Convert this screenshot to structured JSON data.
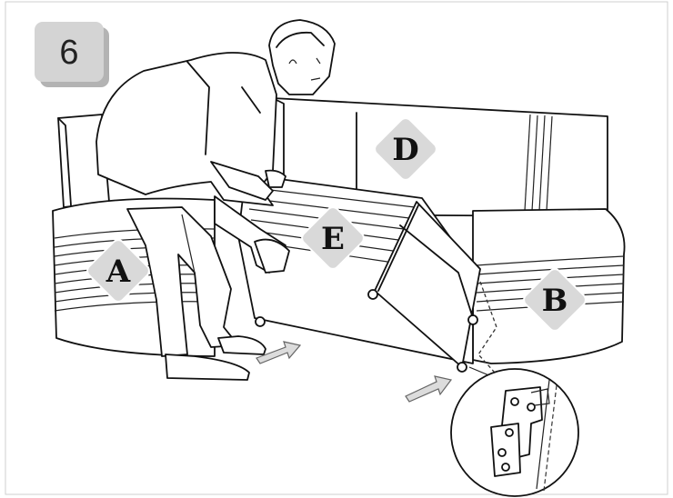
{
  "step": {
    "number": "6"
  },
  "parts": [
    {
      "id": "A",
      "label": "A"
    },
    {
      "id": "B",
      "label": "B"
    },
    {
      "id": "D",
      "label": "D"
    },
    {
      "id": "E",
      "label": "E"
    }
  ],
  "colors": {
    "badge_fill": "#d4d4d4",
    "badge_shadow": "#b3b3b3",
    "label_diamond": "#d9d9d9",
    "arrow_fill": "#dcdcdc",
    "line": "#111111"
  },
  "icons": [
    "push-arrow-icon",
    "push-arrow-icon",
    "hinge-detail-magnifier"
  ]
}
